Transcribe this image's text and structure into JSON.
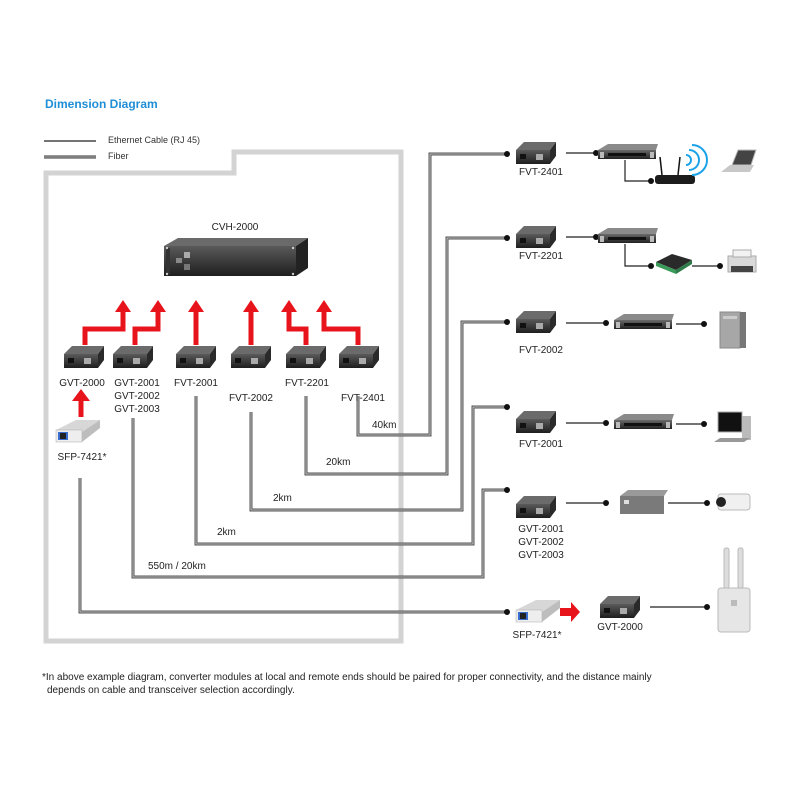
{
  "title": "Dimension Diagram",
  "legend": [
    {
      "label": "Ethernet Cable (RJ 45)",
      "type": "ethernet"
    },
    {
      "label": "Fiber",
      "type": "fiber"
    }
  ],
  "chassis": {
    "label": "CVH-2000"
  },
  "local_modules": [
    {
      "id": "gvt2000",
      "label": "GVT-2000"
    },
    {
      "id": "gvt200x",
      "lines": [
        "GVT-2001",
        "GVT-2002",
        "GVT-2003"
      ]
    },
    {
      "id": "fvt2001",
      "label": "FVT-2001"
    },
    {
      "id": "fvt2002",
      "label": "FVT-2002"
    },
    {
      "id": "fvt2201",
      "label": "FVT-2201"
    },
    {
      "id": "fvt2401",
      "label": "FVT-2401"
    }
  ],
  "local_sfp": {
    "label": "SFP-7421*"
  },
  "distances": [
    "40km",
    "20km",
    "2km",
    "2km",
    "550m / 20km"
  ],
  "remote": [
    {
      "label": "FVT-2401",
      "chain": [
        "switch",
        "wireless-router",
        "laptop"
      ]
    },
    {
      "label": "FVT-2201",
      "chain": [
        "switch",
        "print-server",
        "printer"
      ]
    },
    {
      "label": "FVT-2002",
      "chain": [
        "switch",
        "desktop-tower"
      ]
    },
    {
      "label": "FVT-2001",
      "chain": [
        "switch",
        "desktop-pc"
      ]
    },
    {
      "lines": [
        "GVT-2001",
        "GVT-2002",
        "GVT-2003"
      ],
      "chain": [
        "poe-switch",
        "ip-camera"
      ]
    },
    {
      "sfp_label": "SFP-7421*",
      "label": "GVT-2000",
      "chain": [
        "access-point"
      ]
    }
  ],
  "footnote": {
    "marker": "*",
    "line1": "In above example diagram, converter modules at local and remote ends should be paired for proper connectivity, and the distance mainly",
    "line2": "depends on cable and transceiver selection accordingly."
  },
  "colors": {
    "accent": "#1f8ed6",
    "arrow": "#e8141b",
    "boundary": "#d3d3d3",
    "fiber": "#777777",
    "ethernet": "#222222",
    "wifi": "#1aa3e8"
  }
}
